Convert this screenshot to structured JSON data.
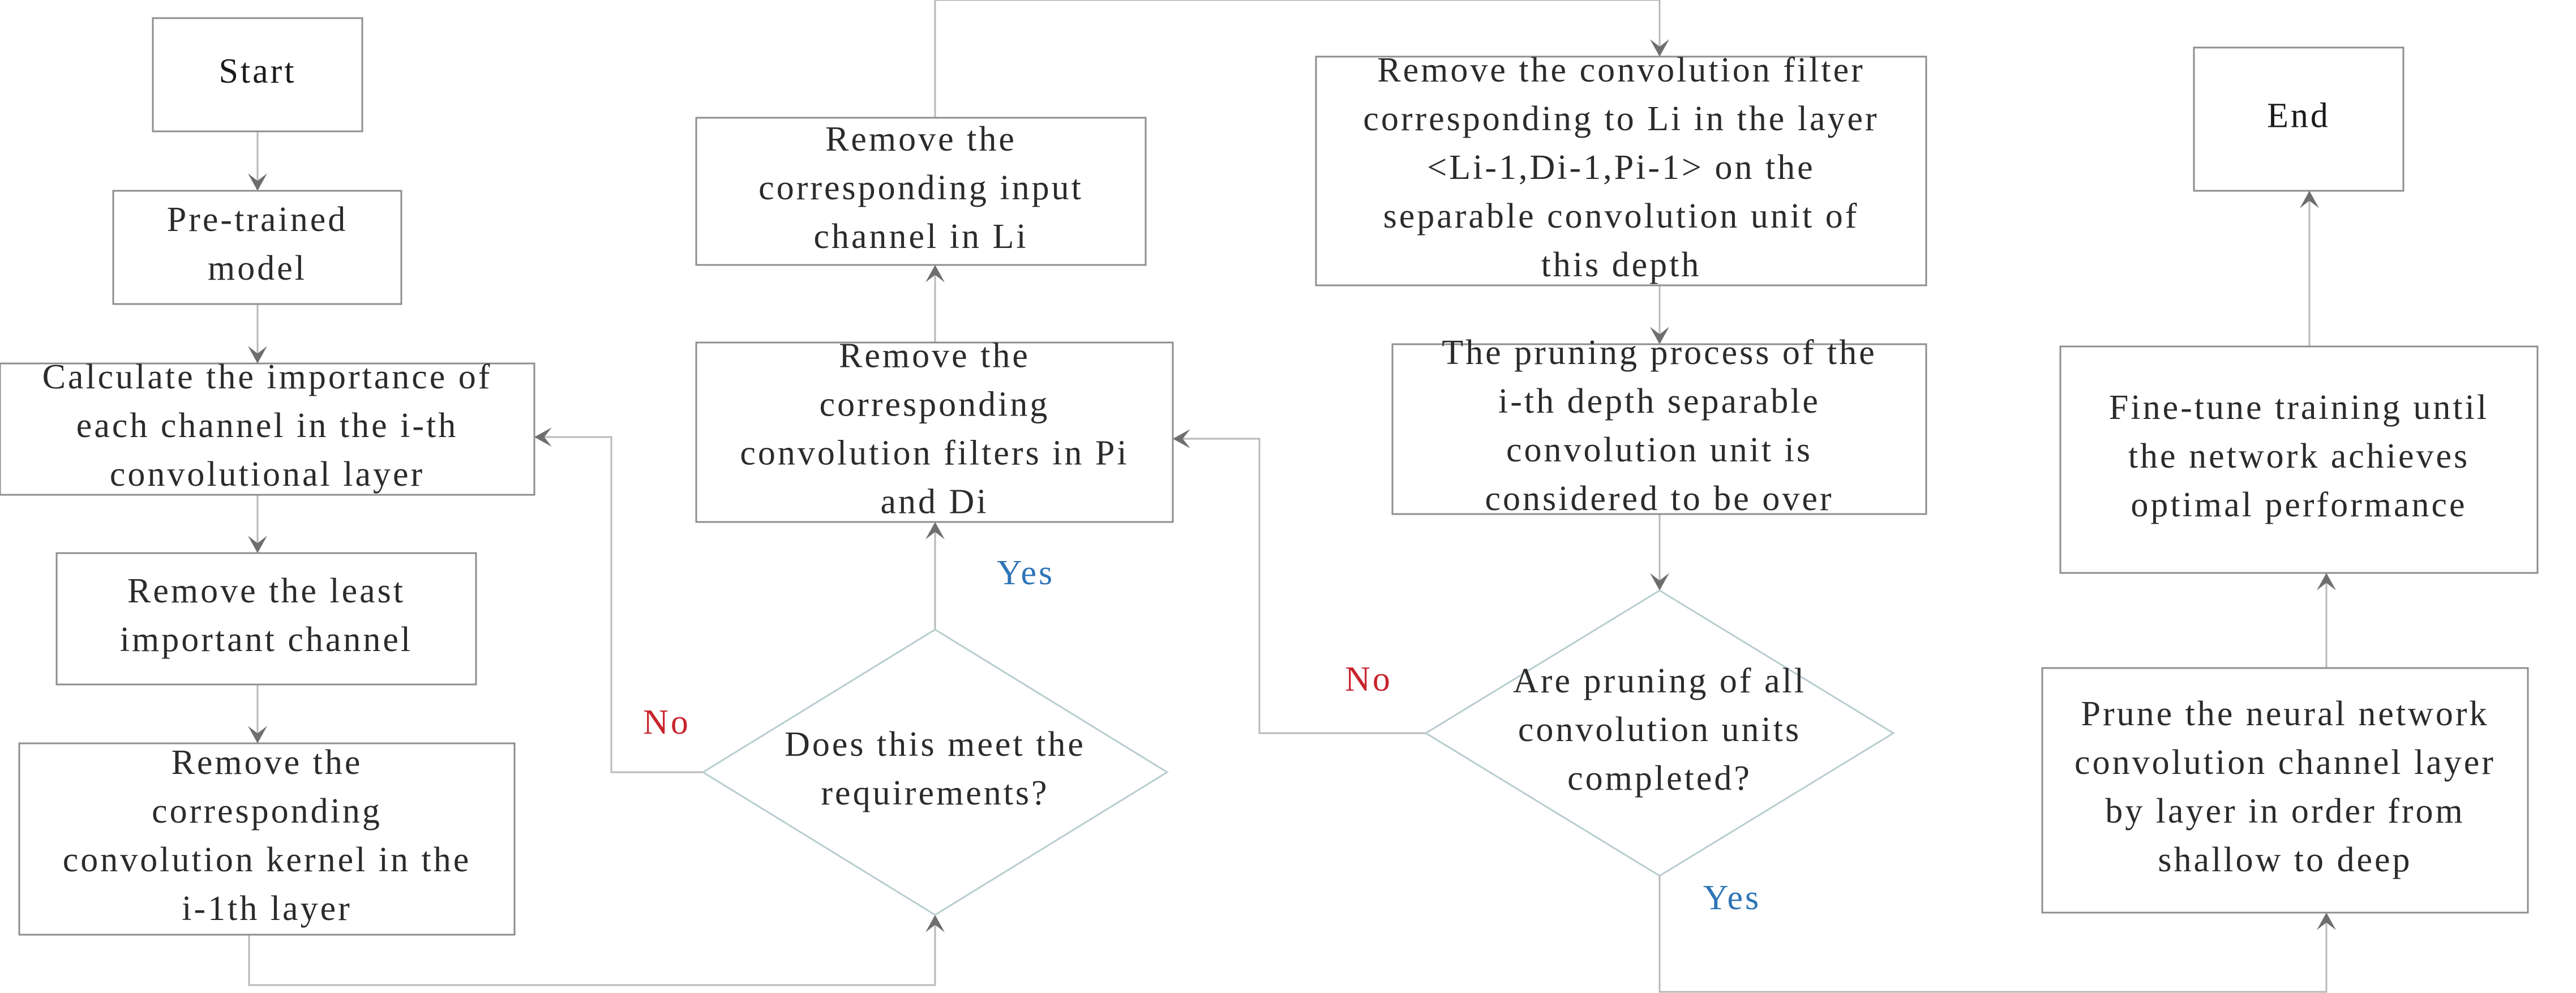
{
  "colors": {
    "start_fill": "#0db14b",
    "end_fill": "#c1232b",
    "no_label": "#c8232c",
    "yes_label": "#2e75b6"
  },
  "nodes": {
    "start": [
      "Start"
    ],
    "pretrained": [
      "Pre-trained",
      "model"
    ],
    "calc_importance": [
      "Calculate the importance of",
      "each channel in the i-th",
      "convolutional layer"
    ],
    "remove_least": [
      "Remove the least",
      "important channel"
    ],
    "remove_kernel": [
      "Remove the",
      "corresponding",
      "convolution kernel in the",
      "i-1th layer"
    ],
    "decision_requirements": [
      "Does this meet the",
      "requirements?"
    ],
    "remove_filters_pd": [
      "Remove the",
      "corresponding",
      "convolution filters in Pi",
      "and Di"
    ],
    "remove_input_channel": [
      "Remove the",
      "corresponding input",
      "channel in Li"
    ],
    "remove_filter_li": [
      "Remove the convolution filter",
      "corresponding to Li in the layer",
      "<Li-1,Di-1,Pi-1> on the",
      "separable convolution unit of",
      "this depth"
    ],
    "pruning_over": [
      "The pruning process of the",
      "i-th depth separable",
      "convolution unit is",
      "considered to be over"
    ],
    "decision_all_units": [
      "Are pruning of all",
      "convolution units",
      "completed?"
    ],
    "prune_network": [
      "Prune the neural network",
      "convolution channel layer",
      "by layer in order from",
      "shallow to deep"
    ],
    "finetune": [
      "Fine-tune training until",
      "the network achieves",
      "optimal performance"
    ],
    "end": [
      "End"
    ]
  },
  "edge_labels": {
    "no_1": "No",
    "yes_1": "Yes",
    "no_2": "No",
    "yes_2": "Yes"
  }
}
